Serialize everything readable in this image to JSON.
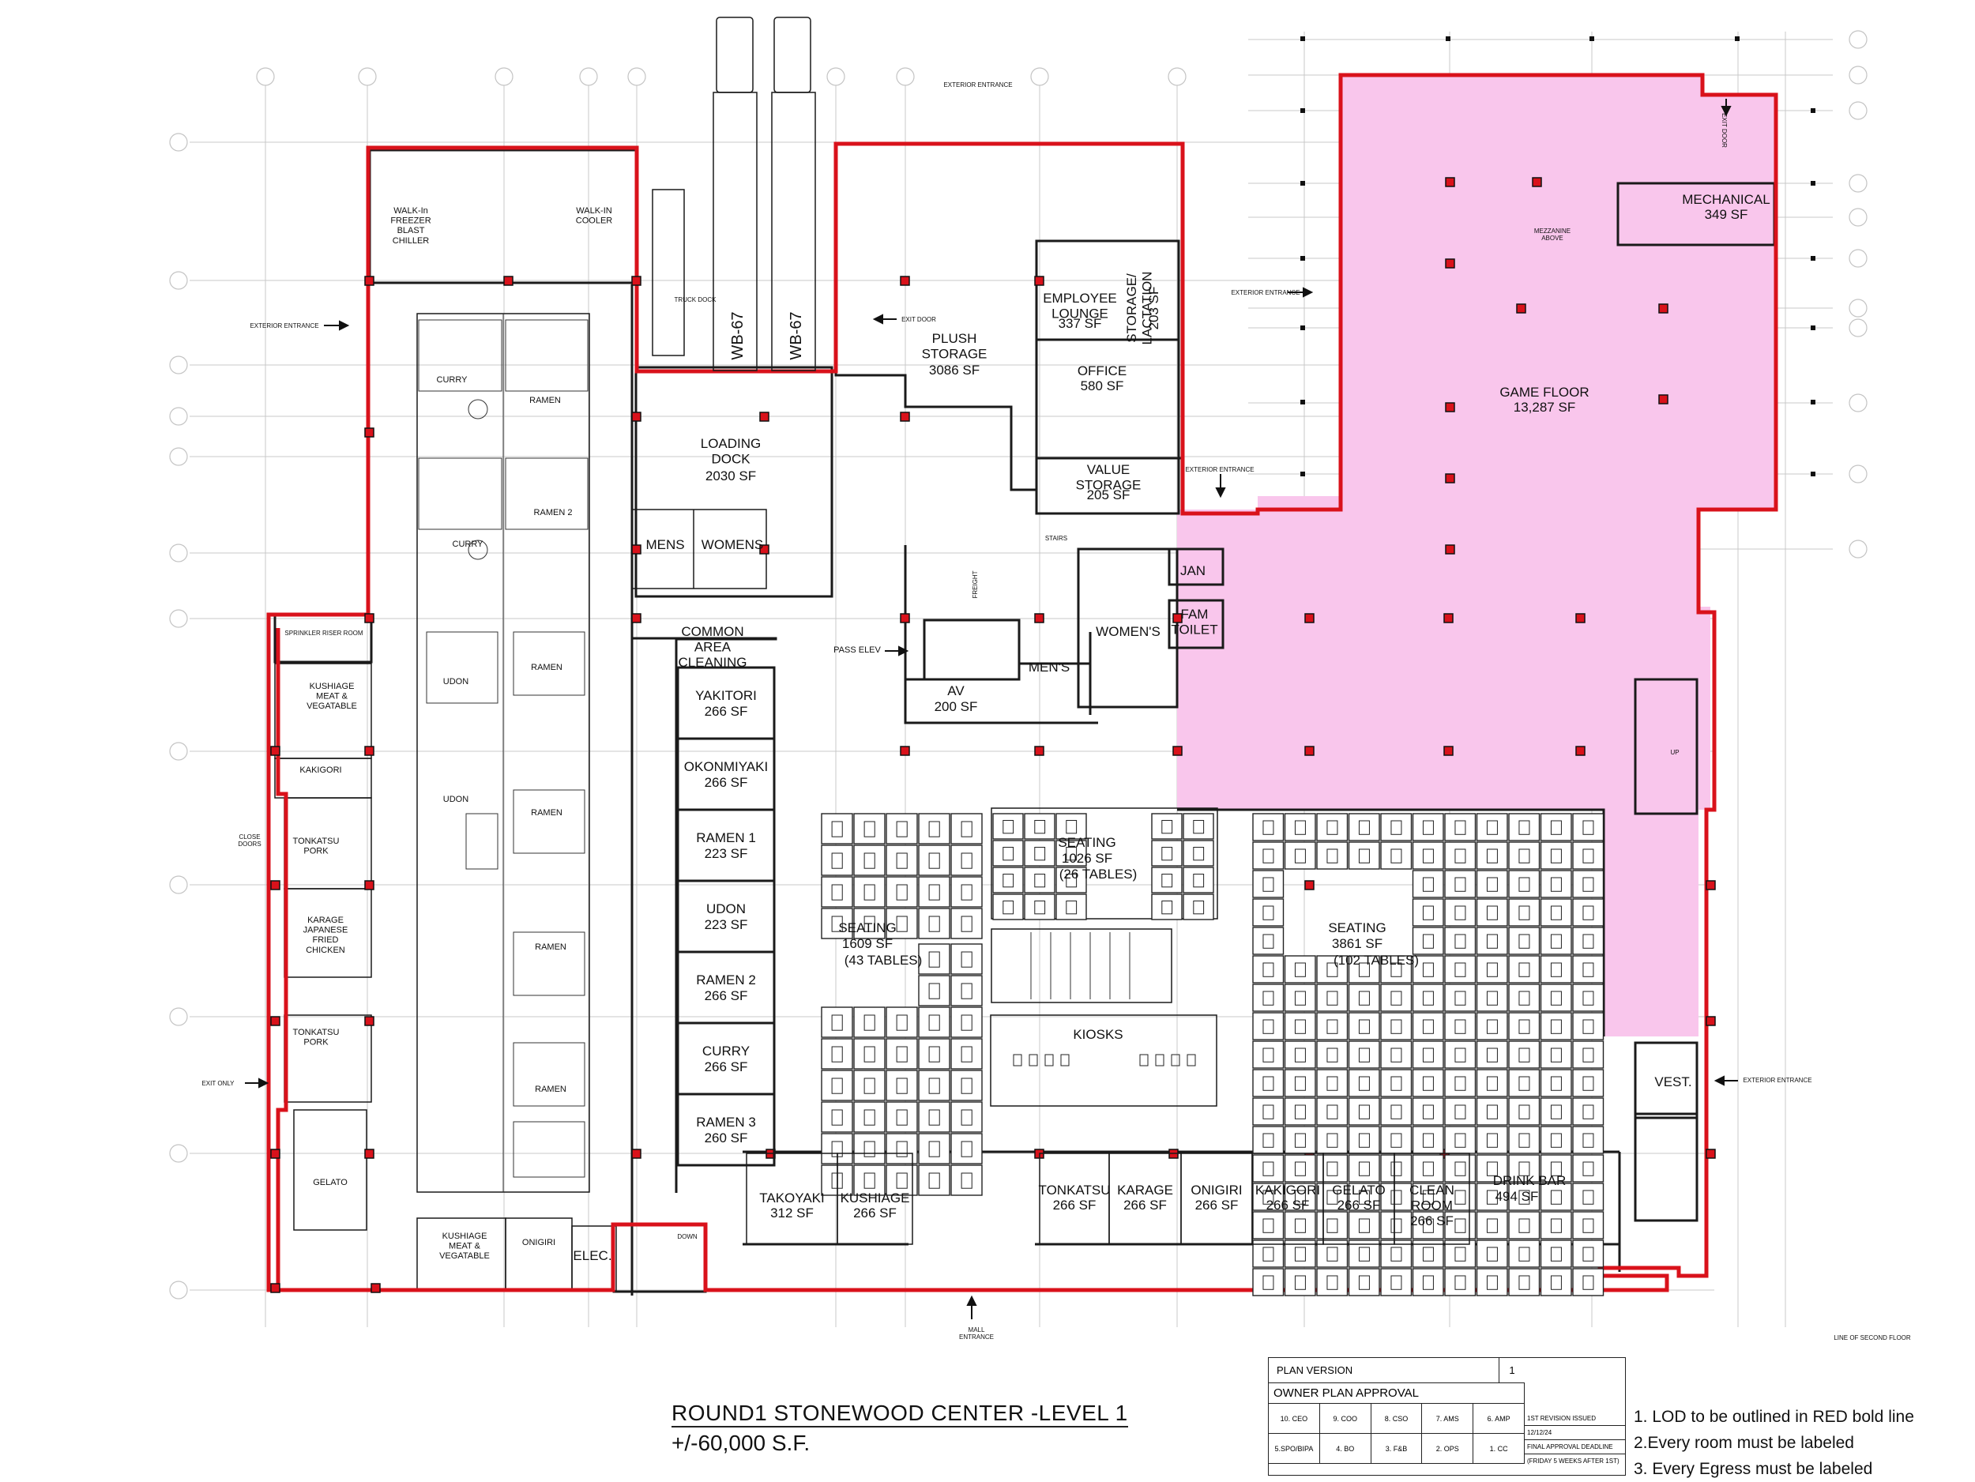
{
  "plan": {
    "title": "ROUND1 STONEWOOD CENTER -LEVEL 1",
    "area": "+/-60,000 S.F."
  },
  "rooms": {
    "game_floor": {
      "name": "GAME FLOOR",
      "area": "13,287 SF"
    },
    "mechanical": {
      "name": "MECHANICAL",
      "area": "349 SF"
    },
    "plush_storage": {
      "name": "PLUSH\nSTORAGE",
      "area": "3086 SF"
    },
    "employee_lounge": {
      "name": "EMPLOYEE\nLOUNGE",
      "area": "337 SF"
    },
    "storage_lactation": {
      "name": "STORAGE/\nLACTATION",
      "area": "203 SF"
    },
    "office": {
      "name": "OFFICE",
      "area": "580 SF"
    },
    "value_storage": {
      "name": "VALUE\nSTORAGE",
      "area": "205 SF"
    },
    "loading_dock": {
      "name": "LOADING\nDOCK",
      "area": "2030 SF"
    },
    "mens": "MENS",
    "womens": "WOMENS",
    "jan": "JAN",
    "fam_toilet": "FAM\nTOILET",
    "womens2": "WOMEN'S",
    "mens2": "MEN'S",
    "av": {
      "name": "AV",
      "area": "200 SF"
    },
    "common_area": "COMMON\nAREA\nCLEANING",
    "walk_in_freezer": "WALK-In\nFREEZER\nBLAST\nCHILLER",
    "walk_in_cooler": "WALK-IN\nCOOLER",
    "kiosks": "KIOSKS",
    "vest": "VEST.",
    "elec": "ELEC.",
    "drink_bar": {
      "name": "DRINK BAR",
      "area": "494 SF"
    },
    "seating_left": {
      "name": "SEATING",
      "area": "1609 SF",
      "tables": "(43 TABLES)"
    },
    "seating_mid": {
      "name": "SEATING",
      "area": "1026 SF",
      "tables": "(26 TABLES)"
    },
    "seating_right": {
      "name": "SEATING",
      "area": "3861 SF",
      "tables": "(102 TABLES)"
    }
  },
  "food_stalls_left": [
    {
      "name": "YAKITORI",
      "area": "266 SF"
    },
    {
      "name": "OKONMIYAKI",
      "area": "266 SF"
    },
    {
      "name": "RAMEN  1",
      "area": "223 SF"
    },
    {
      "name": "UDON",
      "area": "223 SF"
    },
    {
      "name": "RAMEN  2",
      "area": "266 SF"
    },
    {
      "name": "CURRY",
      "area": "266 SF"
    },
    {
      "name": "RAMEN  3",
      "area": "260 SF"
    }
  ],
  "food_stalls_bottom": [
    {
      "name": "TAKOYAKI",
      "area": "312 SF"
    },
    {
      "name": "KUSHIAGE",
      "area": "266 SF"
    },
    {
      "name": "TONKATSU",
      "area": "266 SF"
    },
    {
      "name": "KARAGE",
      "area": "266 SF"
    },
    {
      "name": "ONIGIRI",
      "area": "266 SF"
    },
    {
      "name": "KAKIGORI",
      "area": "266 SF"
    },
    {
      "name": "GELATO",
      "area": "266 SF"
    },
    {
      "name": "CLEAN\nROOM",
      "area": "266 SF"
    }
  ],
  "kitchen_labels": {
    "curry1": "CURRY",
    "ramen1": "RAMEN",
    "ramen2": "RAMEN 2",
    "curry2": "CURRY",
    "udon1": "UDON",
    "ramen3": "RAMEN",
    "udon2": "UDON",
    "ramen4": "RAMEN",
    "ramen5": "RAMEN",
    "ramen6": "RAMEN",
    "kushiage_meat": "KUSHIAGE\nMEAT &\nVEGATABLE",
    "kakigori": "KAKIGORI",
    "tonkatsu_pork1": "TONKATSU\nPORK",
    "karage": "KARAGE\nJAPANESE\nFRIED\nCHICKEN",
    "tonkatsu_pork2": "TONKATSU\nPORK",
    "gelato": "GELATO",
    "kushiage_meat2": "KUSHIAGE\nMEAT &\nVEGATABLE",
    "onigiri": "ONIGIRI",
    "sprinkler": "SPRINKLER RISER ROOM",
    "close_doors": "CLOSE\nDOORS"
  },
  "entrances": {
    "exterior_top": "EXTERIOR ENTRANCE",
    "exterior_left": "EXTERIOR ENTRANCE",
    "exterior_game": "EXTERIOR ENTRANCE",
    "exterior_mid": "EXTERIOR ENTRANCE",
    "exterior_right": "EXTERIOR ENTRANCE",
    "exit_only": "EXIT ONLY",
    "exit_door": "EXIT DOOR",
    "exit_door2": "EXIT DOOR",
    "mall_entrance": "MALL\nENTRANCE",
    "pass_elev": "PASS ELEV",
    "freight": "FREIGHT",
    "truck_dock": "TRUCK DOCK",
    "wb67a": "WB-67",
    "wb67b": "WB-67",
    "mezzanine": "MEZZANINE\nABOVE",
    "stairs": "STAIRS",
    "line_second_floor": "LINE OF SECOND FLOOR",
    "up": "UP",
    "down": "DOWN"
  },
  "approval_table": {
    "plan_version_label": "PLAN VERSION",
    "plan_version_value": "1",
    "owner_approval": "OWNER PLAN APPROVAL",
    "row1": [
      "10. CEO",
      "9. COO",
      "8. CSO",
      "7. AMS",
      "6. AMP"
    ],
    "row2": [
      "5.SPO/BIPA",
      "4. BO",
      "3. F&B",
      "2. OPS",
      "1. CC"
    ],
    "revision": "1ST REVISION ISSUED",
    "revision_date": "12/12/24",
    "deadline": "FINAL APPROVAL DEADLINE",
    "deadline_note": "(FRIDAY 5 WEEKS AFTER 1ST)"
  },
  "notes": [
    "1. LOD to be outlined in RED bold line",
    "2.Every room must be labeled",
    "3. Every Egress must be labeled"
  ],
  "colors": {
    "lod_outline": "#d9121b",
    "game_floor_fill": "#f9c6ec",
    "wall": "#1a1a1a",
    "grid": "#c9c9c9"
  }
}
